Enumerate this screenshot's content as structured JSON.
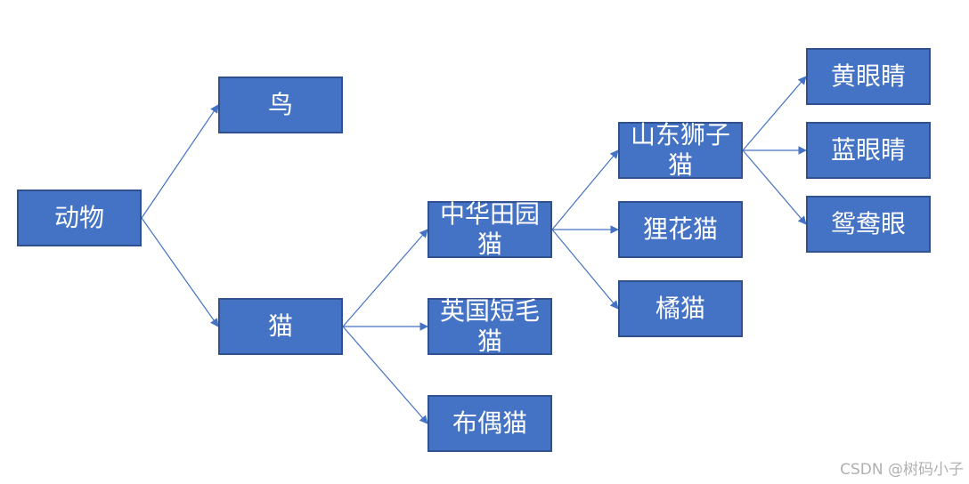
{
  "nodes": {
    "animal": "动物",
    "bird": "鸟",
    "cat": "猫",
    "chinese_garden_cat": "中华田园猫",
    "british_shorthair": "英国短毛猫",
    "ragdoll": "布偶猫",
    "shandong_lion_cat": "山东狮子猫",
    "civet_cat": "狸花猫",
    "orange_cat": "橘猫",
    "yellow_eyes": "黄眼睛",
    "blue_eyes": "蓝眼睛",
    "odd_eyes": "鸳鸯眼"
  },
  "edges": [
    [
      "animal",
      "bird"
    ],
    [
      "animal",
      "cat"
    ],
    [
      "cat",
      "chinese_garden_cat"
    ],
    [
      "cat",
      "british_shorthair"
    ],
    [
      "cat",
      "ragdoll"
    ],
    [
      "chinese_garden_cat",
      "shandong_lion_cat"
    ],
    [
      "chinese_garden_cat",
      "civet_cat"
    ],
    [
      "chinese_garden_cat",
      "orange_cat"
    ],
    [
      "shandong_lion_cat",
      "yellow_eyes"
    ],
    [
      "shandong_lion_cat",
      "blue_eyes"
    ],
    [
      "shandong_lion_cat",
      "odd_eyes"
    ]
  ],
  "colors": {
    "node_fill": "#4472c4",
    "node_border": "#2f528f",
    "edge": "#4472c4"
  },
  "watermark": "CSDN @树码小子"
}
